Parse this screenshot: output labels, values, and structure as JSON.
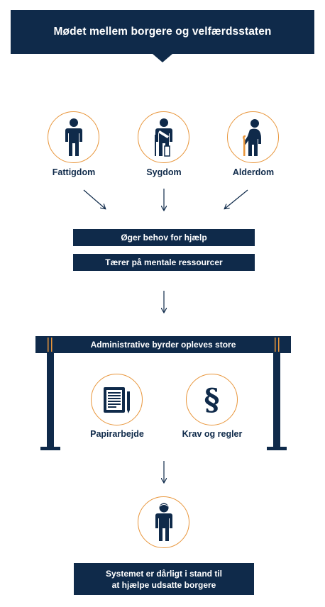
{
  "header": {
    "title": "Mødet mellem borgere og velfærdsstaten"
  },
  "causes": [
    {
      "label": "Fattigdom",
      "icon": "person-standing-icon"
    },
    {
      "label": "Sygdom",
      "icon": "person-injured-icon"
    },
    {
      "label": "Alderdom",
      "icon": "elderly-person-icon"
    }
  ],
  "effects": [
    {
      "label": "Øger behov for hjælp"
    },
    {
      "label": "Tærer på mentale ressourcer"
    }
  ],
  "barrier": {
    "title": "Administrative byrder opleves store",
    "items": [
      {
        "label": "Papirarbejde",
        "icon": "document-pen-icon"
      },
      {
        "label": "Krav og regler",
        "icon": "paragraph-icon",
        "symbol": "§"
      }
    ]
  },
  "result": {
    "icon": "person-icon",
    "line1": "Systemet er dårligt i stand til",
    "line2": "at hjælpe udsatte borgere"
  },
  "colors": {
    "navy": "#0f2a4a",
    "accent": "#e8953a"
  }
}
